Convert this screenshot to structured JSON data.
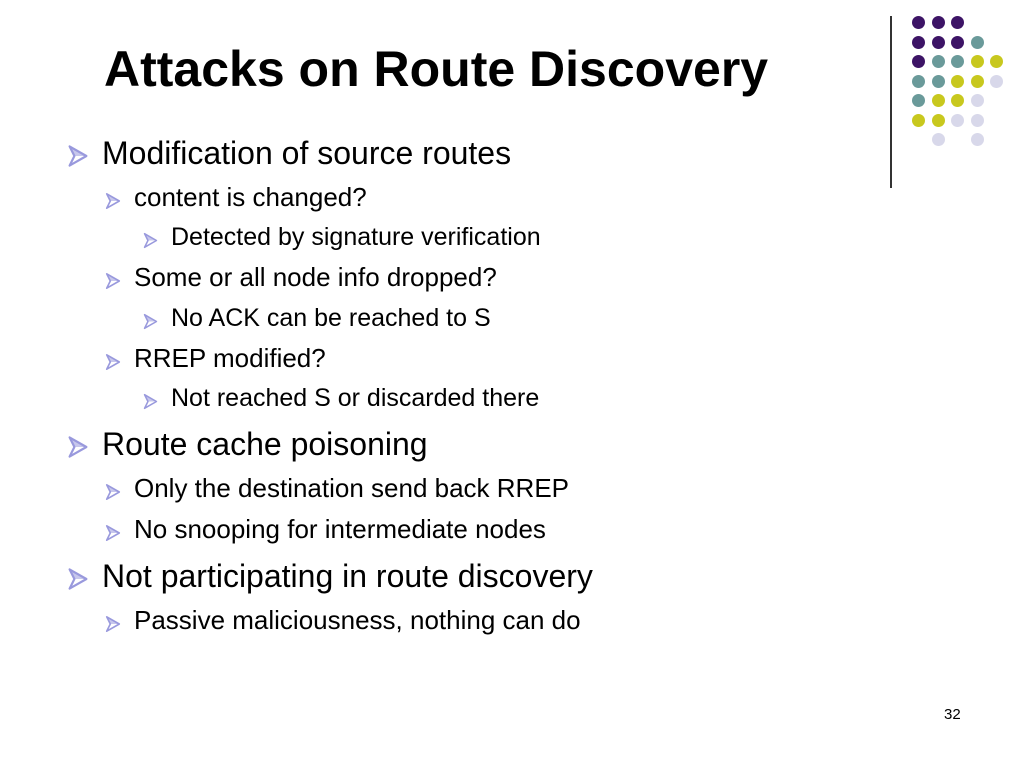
{
  "slide": {
    "title": "Attacks on Route Discovery",
    "page_number": "32",
    "colors": {
      "arrow": "#9999dd",
      "purple": "#3d1466",
      "teal": "#6a9a9a",
      "yellow": "#c8c81e",
      "lavender": "#d8d8ea"
    },
    "bullets": [
      {
        "level": 1,
        "text": "Modification of source routes"
      },
      {
        "level": 2,
        "text": "content is changed?"
      },
      {
        "level": 3,
        "text": "Detected by signature verification"
      },
      {
        "level": 2,
        "text": "Some or all node info dropped?"
      },
      {
        "level": 3,
        "text": "No ACK can be reached to S"
      },
      {
        "level": 2,
        "text": "RREP modified?"
      },
      {
        "level": 3,
        "text": "Not reached S or discarded there"
      },
      {
        "level": 1,
        "text": "Route cache poisoning"
      },
      {
        "level": 2,
        "text": "Only the destination send back RREP"
      },
      {
        "level": 2,
        "text": "No snooping for intermediate  nodes"
      },
      {
        "level": 1,
        "text": "Not participating in route discovery"
      },
      {
        "level": 2,
        "text": "Passive maliciousness, nothing can do"
      }
    ]
  }
}
